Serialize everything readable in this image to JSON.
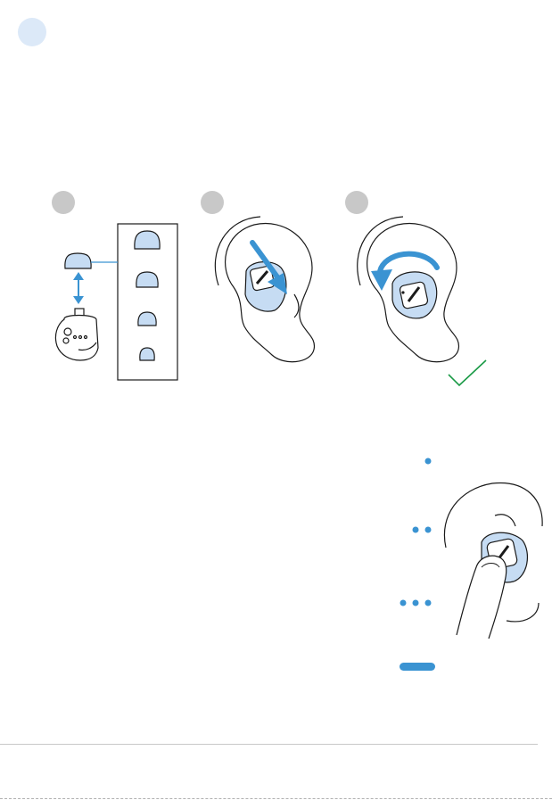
{
  "colors": {
    "accent_blue": "#3a93d2",
    "tip_fill": "#c6dcf3",
    "bullet_fill": "#dce9f8",
    "step_gray": "#c8c8c8",
    "check_green": "#1a9a46",
    "line": "#1a1a1a"
  },
  "figures": {
    "step_markers": [
      "step-1-circle",
      "step-2-circle",
      "step-3-circle"
    ],
    "ear_tip_sizes": [
      "XL",
      "L",
      "M",
      "S"
    ],
    "touch_indicators": [
      "single-tap",
      "double-tap",
      "triple-tap",
      "press-and-hold"
    ]
  },
  "icons": {
    "check": "check-icon",
    "double_arrow": "double-arrow-icon",
    "insert_arrow": "insert-arrow-icon",
    "rotate_arrow": "rotate-arrow-icon"
  }
}
